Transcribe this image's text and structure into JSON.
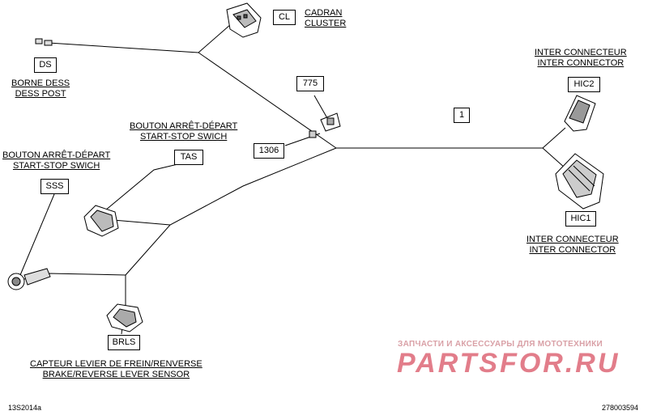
{
  "connectors": {
    "cl": {
      "code": "CL",
      "fr": "CADRAN",
      "en": "CLUSTER"
    },
    "ds": {
      "code": "DS",
      "fr": "BORNE DESS",
      "en": "DESS POST"
    },
    "tas": {
      "code": "TAS",
      "fr": "BOUTON ARRÊT-DÉPART",
      "en": "START-STOP SWICH"
    },
    "sss": {
      "code": "SSS",
      "fr": "BOUTON ARRÊT-DÉPART",
      "en": "START-STOP SWICH"
    },
    "hic2": {
      "code": "HIC2",
      "fr": "INTER CONNECTEUR",
      "en": "INTER CONNECTOR"
    },
    "hic1": {
      "code": "HIC1",
      "fr": "INTER CONNECTEUR",
      "en": "INTER CONNECTOR"
    },
    "brls": {
      "code": "BRLS",
      "fr": "CAPTEUR LEVIER DE FREIN/RENVERSE",
      "en": "BRAKE/REVERSE LEVER SENSOR"
    }
  },
  "parts": {
    "harness": "1",
    "clip_a": "775",
    "clip_b": "1306"
  },
  "watermark": {
    "line1": "ЗАПЧАСТИ И АКСЕССУАРЫ ДЛЯ МОТОТЕХНИКИ",
    "line2": "PARTSFOR.RU"
  },
  "footer": {
    "left": "13S2014a",
    "right": "278003594"
  },
  "colors": {
    "watermark_top": "#d9a0a6",
    "watermark_logo": "#e27d8a",
    "line": "#000000"
  }
}
